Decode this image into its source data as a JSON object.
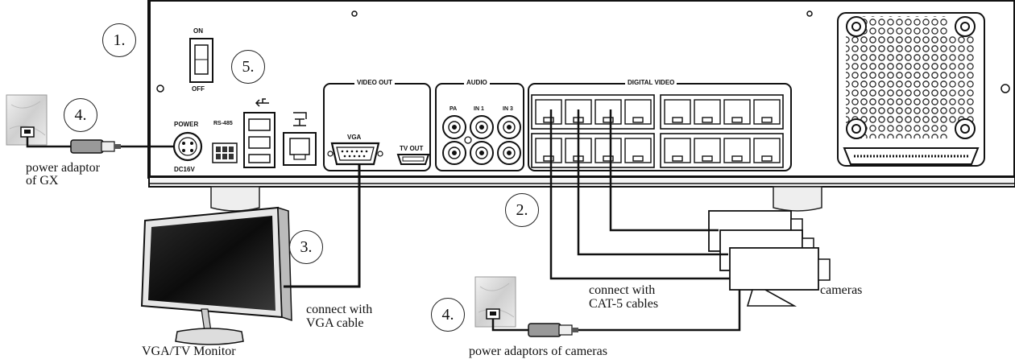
{
  "steps": {
    "s1": "1.",
    "s2": "2.",
    "s3": "3.",
    "s4a": "4.",
    "s4b": "4.",
    "s5": "5."
  },
  "panel": {
    "power_switch_on": "ON",
    "power_switch_off": "OFF",
    "power": "POWER",
    "dc_voltage": "DC16V",
    "rs485": "RS-485",
    "video_out": "VIDEO OUT",
    "vga": "VGA",
    "tv_out": "TV OUT",
    "audio": "AUDIO",
    "audio_ports": [
      "PA",
      "IN 1",
      "IN 3"
    ],
    "digital_video": "DIGITAL VIDEO"
  },
  "labels": {
    "power_adaptor_gx_line1": "power adaptor",
    "power_adaptor_gx_line2": "of GX",
    "monitor": "VGA/TV Monitor",
    "vga_cable_line1": "connect with",
    "vga_cable_line2": "VGA cable",
    "cat5_line1": "connect with",
    "cat5_line2": "CAT-5 cables",
    "cameras": "cameras",
    "camera_power": "power adaptors of cameras"
  }
}
